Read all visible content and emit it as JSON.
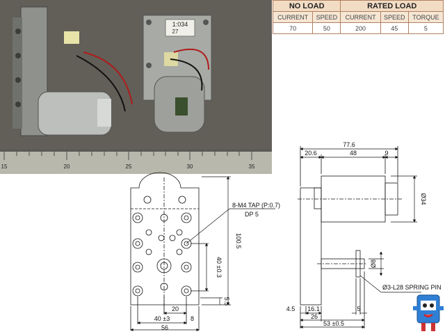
{
  "spec_table": {
    "groups": [
      "NO LOAD",
      "RATED LOAD"
    ],
    "headers": [
      "CURRENT",
      "SPEED",
      "CURRENT",
      "SPEED",
      "TORQUE"
    ],
    "values": [
      "70",
      "50",
      "200",
      "45",
      "5"
    ]
  },
  "photo": {
    "label_ratio": "1:034",
    "label_code": "27",
    "ruler_marks": [
      "15",
      "20",
      "25",
      "30",
      "35"
    ]
  },
  "front_view": {
    "tap_note": "8-M4 TAP (P:0.7)",
    "tap_depth": "DP 5",
    "height": "100.5",
    "hole_spacing_v": "40 ±0.3",
    "bottom_offset": "5.5",
    "hole_spacing_h_inner": "20",
    "hole_spacing_h": "40 ±3",
    "edge_offset": "8",
    "width": "56"
  },
  "side_view": {
    "overall_length": "77.6",
    "gearbox_length": "20.6",
    "motor_length": "48",
    "motor_end": "9",
    "motor_diameter": "Ø34",
    "shaft_diameter": "Ø8",
    "pin_note": "Ø3-L28 SPRING PIN",
    "flange_offset": "4.5",
    "shaft_offset": "16.1",
    "shaft_base": "26",
    "shaft_length": "53 ±0.5",
    "pin_offset": "5"
  }
}
